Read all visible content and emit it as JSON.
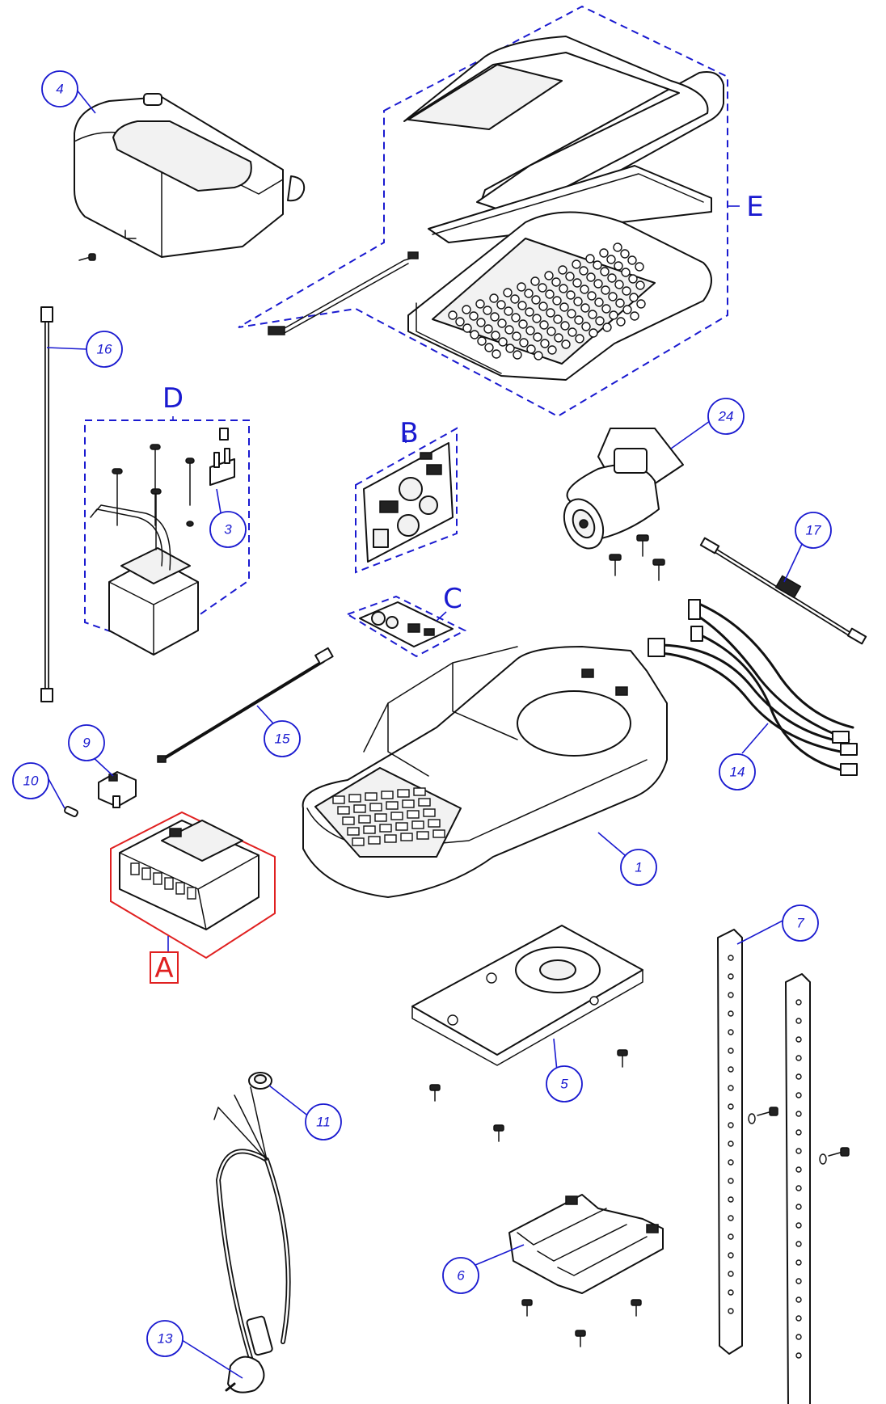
{
  "colors": {
    "callout": "#1a1ad0",
    "group_outline_blue": "#1a1ad0",
    "group_outline_red": "#e02020",
    "line_art": "#111111"
  },
  "callouts": [
    {
      "id": "4",
      "label": "4"
    },
    {
      "id": "16",
      "label": "16"
    },
    {
      "id": "3",
      "label": "3"
    },
    {
      "id": "24",
      "label": "24"
    },
    {
      "id": "17",
      "label": "17"
    },
    {
      "id": "15",
      "label": "15"
    },
    {
      "id": "14",
      "label": "14"
    },
    {
      "id": "9",
      "label": "9"
    },
    {
      "id": "10",
      "label": "10"
    },
    {
      "id": "1",
      "label": "1"
    },
    {
      "id": "7",
      "label": "7"
    },
    {
      "id": "5",
      "label": "5"
    },
    {
      "id": "11",
      "label": "11"
    },
    {
      "id": "6",
      "label": "6"
    },
    {
      "id": "13",
      "label": "13"
    }
  ],
  "groups": [
    {
      "id": "E",
      "label": "E",
      "outline": "blue"
    },
    {
      "id": "D",
      "label": "D",
      "outline": "blue"
    },
    {
      "id": "B",
      "label": "B",
      "outline": "blue"
    },
    {
      "id": "C",
      "label": "C",
      "outline": "blue"
    },
    {
      "id": "A",
      "label": "A",
      "outline": "red"
    }
  ]
}
